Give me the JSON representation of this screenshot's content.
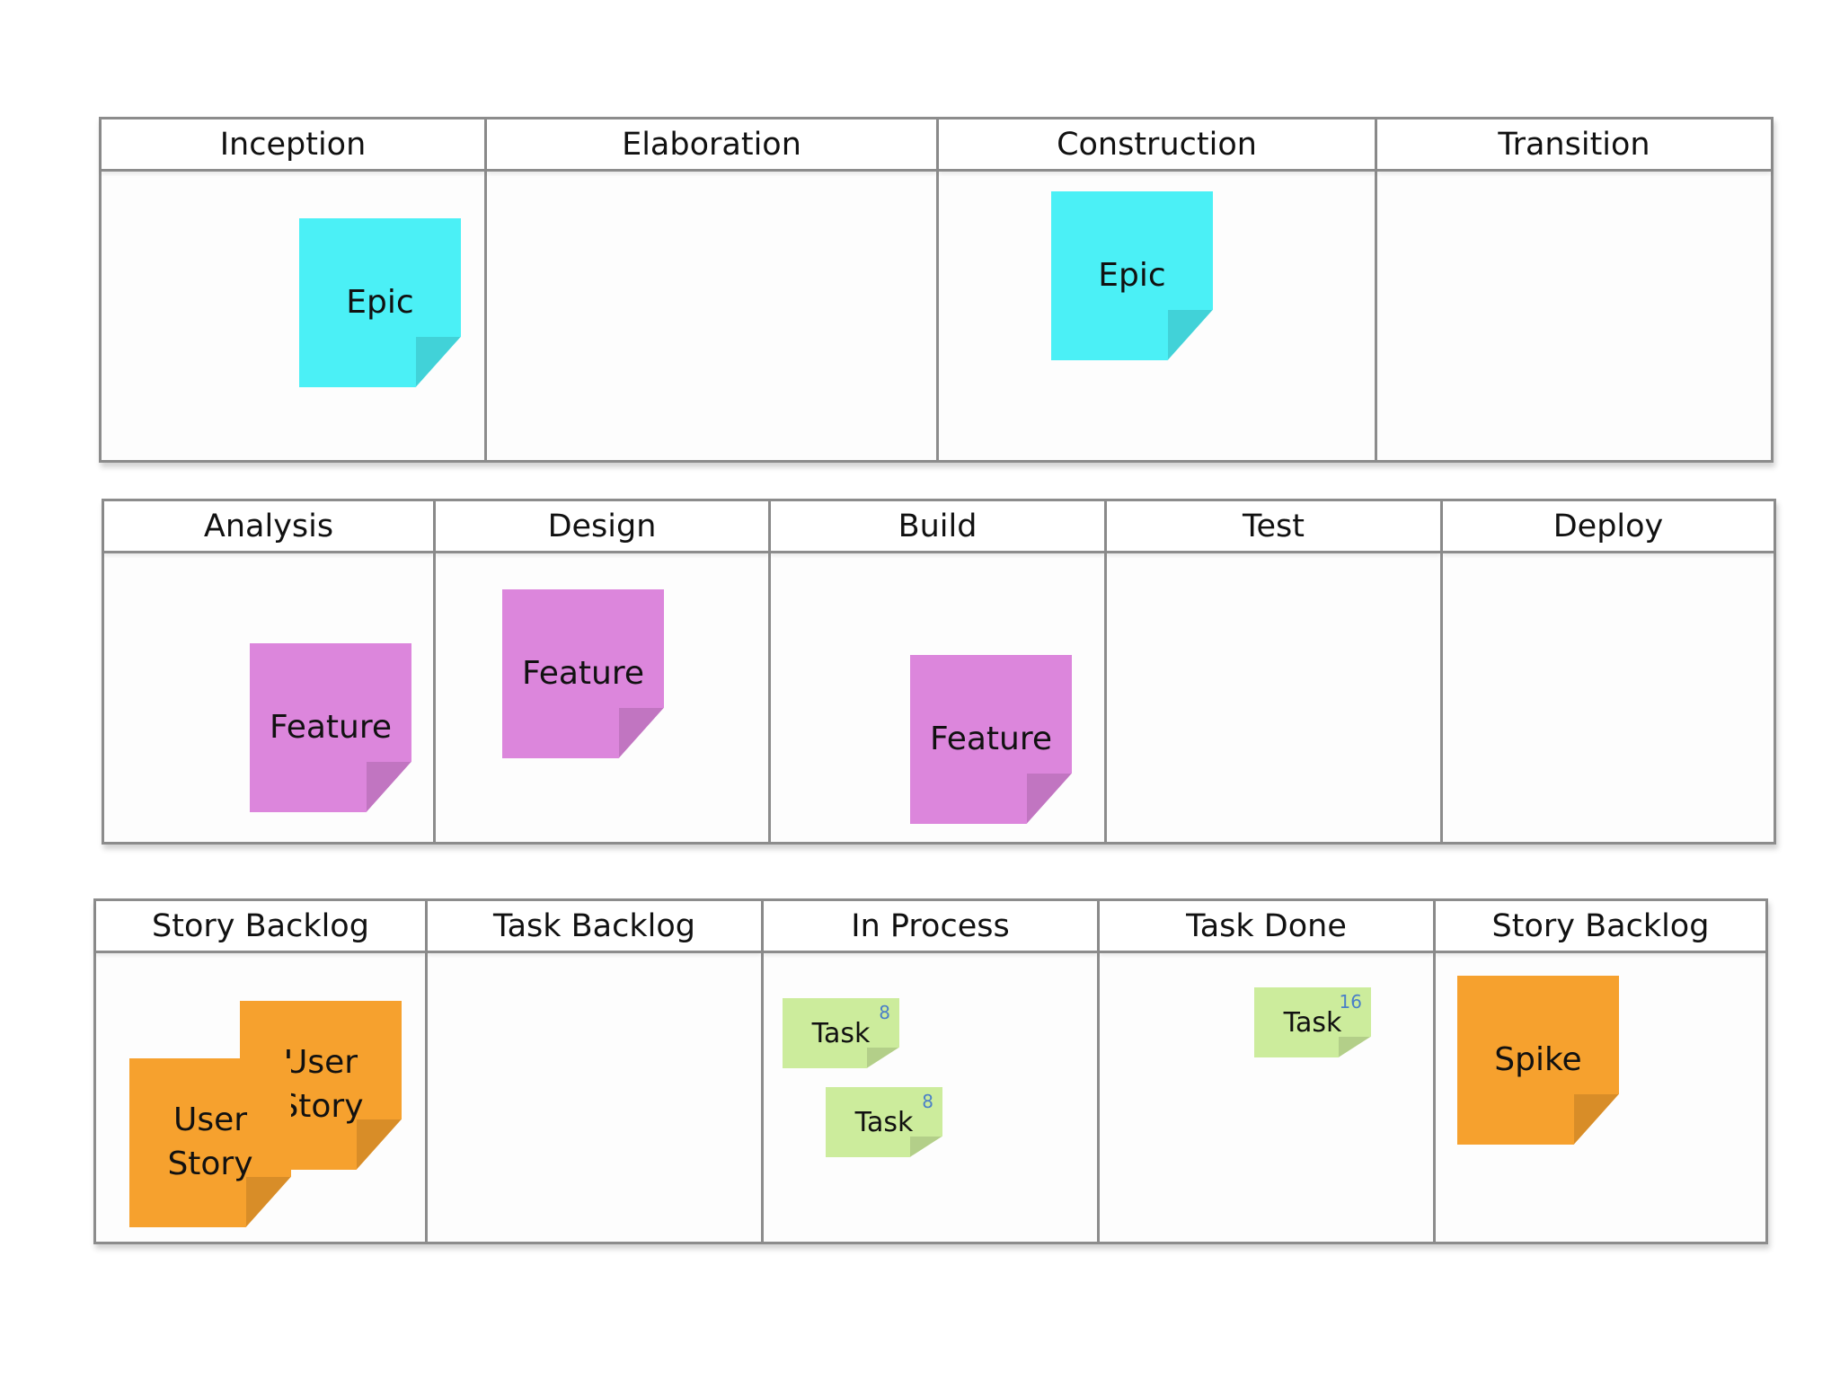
{
  "boards": [
    {
      "columns": [
        "Inception",
        "Elaboration",
        "Construction",
        "Transition"
      ],
      "notes": [
        {
          "text": "Epic",
          "color": "#4bf0f6"
        },
        {
          "text": "Epic",
          "color": "#4bf0f6"
        }
      ]
    },
    {
      "columns": [
        "Analysis",
        "Design",
        "Build",
        "Test",
        "Deploy"
      ],
      "notes": [
        {
          "text": "Feature",
          "color": "#dc86dc"
        },
        {
          "text": "Feature",
          "color": "#dc86dc"
        },
        {
          "text": "Feature",
          "color": "#dc86dc"
        }
      ]
    },
    {
      "columns": [
        "Story Backlog",
        "Task Backlog",
        "In Process",
        "Task Done",
        "Story Backlog"
      ],
      "notes": [
        {
          "text": "User Story",
          "color": "#f6a12e"
        },
        {
          "text": "User Story",
          "color": "#f6a12e"
        },
        {
          "text": "Task",
          "points": "8",
          "color": "#ccec9c"
        },
        {
          "text": "Task",
          "points": "8",
          "color": "#ccec9c"
        },
        {
          "text": "Task",
          "points": "16",
          "color": "#ccec9c"
        },
        {
          "text": "Spike",
          "color": "#f6a12e"
        }
      ]
    }
  ]
}
